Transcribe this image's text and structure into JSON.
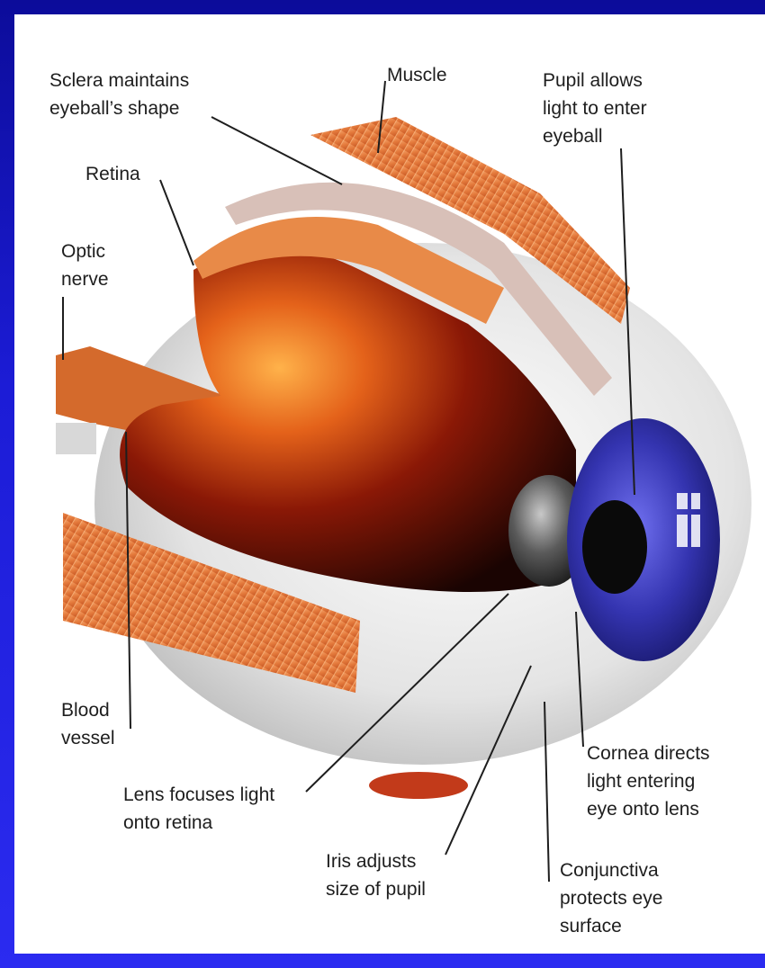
{
  "colors": {
    "frame": "#1c1cd6",
    "muscle": "#e8844a",
    "retina_inner": "#c8380c",
    "iris": "#3a3ab8",
    "sclera": "#ececec"
  },
  "labels": {
    "sclera": "Sclera maintains\neyeball’s shape",
    "muscle": "Muscle",
    "pupil": "Pupil allows\nlight to enter\neyeball",
    "retina": "Retina",
    "optic_nerve": "Optic\nnerve",
    "blood_vessel": "Blood\nvessel",
    "lens": "Lens focuses light\nonto retina",
    "iris": "Iris adjusts\nsize of pupil",
    "cornea": "Cornea directs\nlight entering\neye onto lens",
    "conjunctiva": "Conjunctiva\nprotects eye\nsurface"
  }
}
